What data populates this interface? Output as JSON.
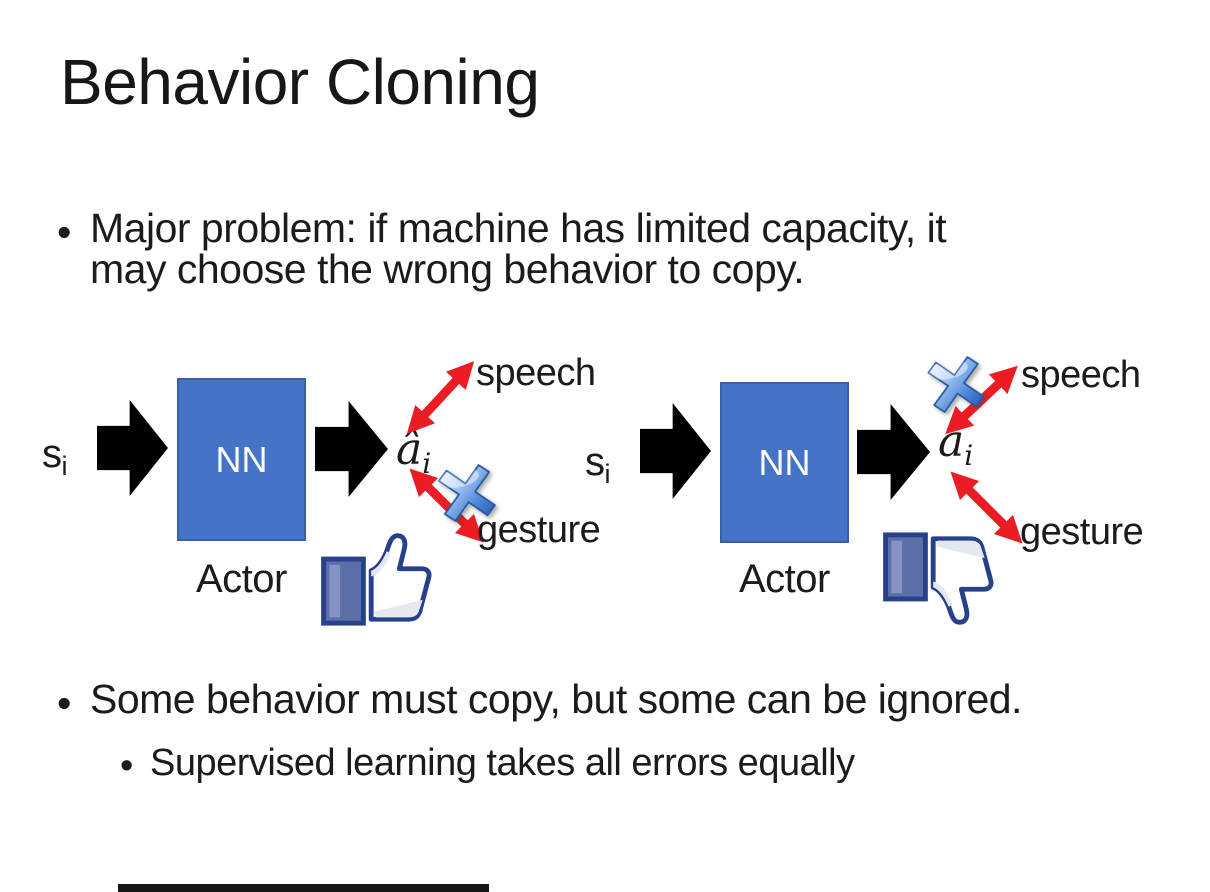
{
  "slide": {
    "title": "Behavior Cloning",
    "bullet_char": "•",
    "bullets": {
      "major_line1": "Major problem: if machine has limited capacity, it",
      "major_line2": "may choose the wrong behavior to copy.",
      "some_behavior": "Some behavior must copy, but some can be ignored.",
      "supervised": "Supervised learning takes all errors equally"
    }
  },
  "diagram_left": {
    "input_label": "s",
    "input_sub": "i",
    "box_label": "NN",
    "output_label": "â",
    "output_sub": "i",
    "actor_label": "Actor",
    "speech_label": "speech",
    "gesture_label": "gesture",
    "feedback_icon": "thumbs-up-icon",
    "cross_icon": "blue-x-cross-icon"
  },
  "diagram_right": {
    "input_label": "s",
    "input_sub": "i",
    "box_label": "NN",
    "output_label": "â",
    "output_sub": "i",
    "actor_label": "Actor",
    "speech_label": "speech",
    "gesture_label": "gesture",
    "feedback_icon": "thumbs-down-icon",
    "cross_icon": "blue-x-cross-icon"
  },
  "colors": {
    "background": "#FFFFFF",
    "text": "#1B1B1B",
    "nn_box_fill": "#4573C6",
    "nn_box_border": "#3A5FA8",
    "block_arrow": "#000000",
    "red_arrow": "#EB1C23",
    "cross_blue": "#4E86D8",
    "thumb_outline": "#27408B",
    "thumb_cuff": "#5C6FA8",
    "bottom_bar": "#161616"
  }
}
